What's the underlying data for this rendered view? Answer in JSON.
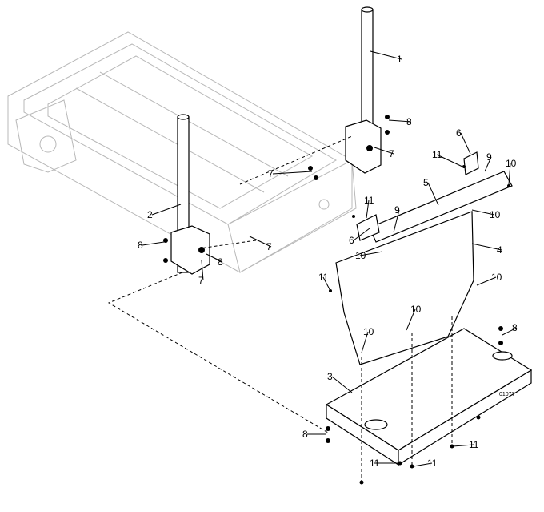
{
  "diagram": {
    "drawing_number": "01077",
    "callouts": [
      "1",
      "8",
      "7",
      "7",
      "6",
      "11",
      "9",
      "10",
      "5",
      "11",
      "9",
      "10",
      "6",
      "2",
      "7",
      "8",
      "8",
      "7",
      "4",
      "10",
      "11",
      "10",
      "10",
      "10",
      "8",
      "3",
      "8",
      "11",
      "11",
      "11"
    ]
  }
}
